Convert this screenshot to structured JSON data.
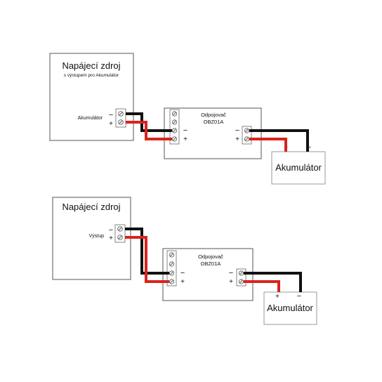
{
  "colors": {
    "wire_negative": "#111111",
    "wire_positive": "#d9241c"
  },
  "top": {
    "power_supply": {
      "title": "Napájecí zdroj",
      "subtitle": "s výstupem pro Akumulátor",
      "output_label": "Akumulátor",
      "minus": "−",
      "plus": "+"
    },
    "disconnector": {
      "name": "Odpojovač",
      "model": "OBZ01A",
      "in_minus": "−",
      "in_plus": "+",
      "out_minus": "−",
      "out_plus": "+"
    },
    "battery": {
      "label": "Akumulátor",
      "plus": "+",
      "minus": "−"
    }
  },
  "bottom": {
    "power_supply": {
      "title": "Napájecí zdroj",
      "output_label": "Výstup",
      "minus": "−",
      "plus": "+"
    },
    "disconnector": {
      "name": "Odpojovač",
      "model": "OBZ01A",
      "in_minus": "−",
      "in_plus": "+",
      "out_minus": "−",
      "out_plus": "+"
    },
    "battery": {
      "label": "Akumulátor",
      "plus": "+",
      "minus": "−"
    }
  }
}
